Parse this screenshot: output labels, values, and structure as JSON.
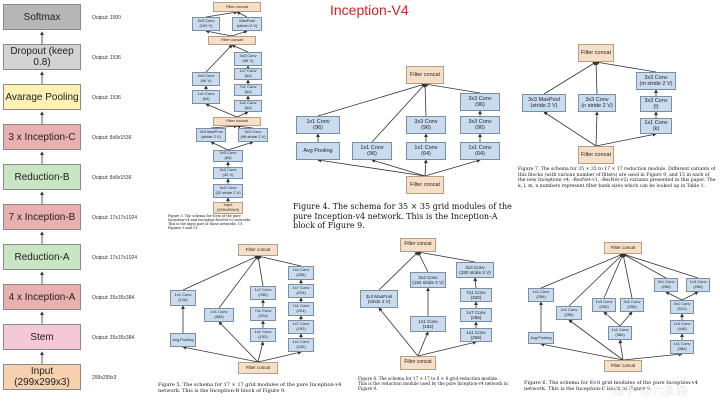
{
  "title": "Inception-V4",
  "stack": [
    {
      "label": "Softmax",
      "out": "Output: 1000",
      "color": "#b7b7b7"
    },
    {
      "label": "Dropout (keep 0.8)",
      "out": "Output: 1536",
      "color": "#d3d3d3"
    },
    {
      "label": "Avarage Pooling",
      "out": "Output: 1536",
      "color": "#fff1b3"
    },
    {
      "label": "3 x Inception-C",
      "out": "Output: 8x8x1536",
      "color": "#e8b0ae"
    },
    {
      "label": "Reduction-B",
      "out": "Output: 8x8x1536",
      "color": "#c8e6c3"
    },
    {
      "label": "7 x Inception-B",
      "out": "Output: 17x17x1024",
      "color": "#e8b0ae"
    },
    {
      "label": "Reduction-A",
      "out": "Output: 17x17x1024",
      "color": "#c8e6c3"
    },
    {
      "label": "4 x Inception-A",
      "out": "Output: 35x35x384",
      "color": "#e8b0ae"
    },
    {
      "label": "Stem",
      "out": "Output: 35x35x384",
      "color": "#f5c8d8"
    },
    {
      "label": "Input (299x299x3)",
      "out": "299x299x3",
      "color": "#f7d0b0"
    }
  ],
  "stem": {
    "concat_labels": [
      "Filter concat",
      "Filter concat",
      "Filter concat"
    ],
    "input_label": "Input\n(299x299x3)",
    "caption": "Figure 3. The schema for stem of the pure Inception-v4 and Inception-ResNet-v2 networks. This is the input part of those networks. Cf. Figures 9 and 15",
    "boxes": [
      "3x3 Conv\n(192 V)",
      "MaxPool\n(stride=2 V)",
      "3x3 Conv\n(96 V)",
      "3x3 Conv\n(96 V)",
      "1x7 Conv\n(64)",
      "1x1 Conv\n(64)",
      "7x1 Conv\n(64)",
      "1x1 Conv\n(64)",
      "3x3 MaxPool\n(stride 2 V)",
      "3x3 Conv\n(96 stride 2 V)",
      "3x3 Conv\n(64)",
      "3x3 Conv\n(32 V)",
      "3x3 Conv\n(32 stride 2 V)"
    ]
  },
  "figA": {
    "caption": "Figure 4. The schema for 35 × 35 grid modules of the pure Inception-v4 network. This is the Inception-A block of Figure 9.",
    "top": "Filter concat",
    "bottom": "Filter concat",
    "boxes": [
      "1x1 Conv\n(96)",
      "Avg Pooling",
      "1x1 Conv\n(96)",
      "3x3 Conv\n(96)",
      "1x1 Conv\n(64)",
      "3x3 Conv\n(96)",
      "3x3 Conv\n(96)",
      "1x1 Conv\n(64)"
    ]
  },
  "figRA": {
    "caption": "Figure 7. The schema for 35 × 35 to 17 × 17 reduction module. Different variants of this blocks (with various number of filters) are used in Figure 9, and 15 in each of the new Inception(-v4, -ResNet-v1, -ResNet-v2) variants presented in this paper. The k, l, m, n numbers represent filter bank sizes which can be looked up in Table 1.",
    "top": "Filter concat",
    "bottom": "Filter concat",
    "boxes": [
      "3x3 MaxPool\n(stride 2 V)",
      "3x3 Conv\n(n stride 2 V)",
      "3x3 Conv\n(m stride 2 V)",
      "3x3 Conv\n(l)",
      "1x1 Conv\n(k)"
    ]
  },
  "figB": {
    "caption": "Figure 5. The schema for 17 × 17 grid modules of the pure Inception-v4 network. This is the Inception-B block of Figure 9.",
    "top": "Filter concat",
    "bottom": "Filter concat",
    "boxes": [
      "1x1 Conv\n(128)",
      "Avg Pooling",
      "1x1 Conv\n(384)",
      "1x7 Conv\n(256)",
      "7x1 Conv\n(224)",
      "1x1 Conv\n(192)",
      "7x1 Conv\n(256)",
      "1x7 Conv\n(224)",
      "7x1 Conv\n(224)",
      "1x7 Conv\n(192)",
      "1x1 Conv\n(192)"
    ]
  },
  "figRB": {
    "caption": "Figure 8. The schema for 17 × 17 to 8 × 8 grid-reduction module. This is the reduction module used by the pure Inception-v4 network in Figure 9.",
    "top": "Filter concat",
    "bottom": "Filter concat",
    "boxes": [
      "3x3 MaxPool\n(stride 2 V)",
      "3x3 Conv\n(192 stride 2 V)",
      "1x1 Conv\n(192)",
      "3x3 Conv\n(320 stride 2 V)",
      "7x1 Conv\n(320)",
      "1x7 Conv\n(256)",
      "1x1 Conv\n(256)"
    ]
  },
  "figC": {
    "caption": "Figure 6. The schema for 8×8 grid modules of the pure Inception-v4 network. This is the Inception-C block of Figure 9.",
    "top": "Filter concat",
    "bottom": "Filter concat",
    "boxes": [
      "1x1 Conv\n(256)",
      "Avg Pooling",
      "1x1 Conv\n(256)",
      "1x3 Conv\n(256)",
      "3x1 Conv\n(256)",
      "1x1 Conv\n(384)",
      "3x1 Conv\n(256)",
      "1x3 Conv\n(256)",
      "3x1 Conv\n(512)",
      "1x3 Conv\n(448)",
      "1x1 Conv\n(384)"
    ]
  },
  "watermark": "知乎 @六条路"
}
